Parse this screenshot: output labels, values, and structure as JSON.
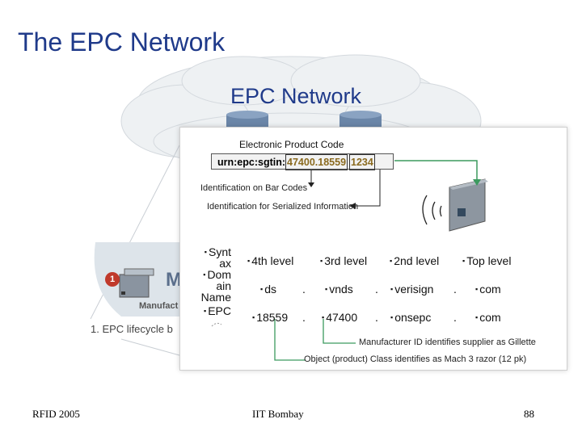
{
  "slide": {
    "title": "The EPC Network",
    "cloud_label": "EPC Network"
  },
  "epc": {
    "label": "Electronic Product Code",
    "prefix": "urn:epc:sgtin:",
    "manufacturer_product": "47400.18559",
    "serial": "1234"
  },
  "notes": {
    "barcodes": "Identification on Bar Codes",
    "serialized": "Identification for Serialized Information",
    "manufacturer_id": "Manufacturer ID identifies supplier as Gillette",
    "object_class": "Object (product) Class identifies as Mach 3 razor (12 pk)"
  },
  "lifecycle": {
    "badge": "1",
    "letter": "M",
    "manufacturer_partial": "Manufact",
    "caption_partial": "1. EPC lifecycle b"
  },
  "domain": {
    "syntax": [
      "Synt",
      "ax"
    ],
    "domain_name": [
      "Dom",
      "ain",
      "Name"
    ],
    "epc": "EPC"
  },
  "table": {
    "headers": [
      "4th level",
      "3rd level",
      "2nd level",
      "Top level"
    ],
    "rows": [
      [
        "ds",
        "vnds",
        "verisign",
        "com"
      ],
      [
        "18559",
        "47400",
        "onsepc",
        "com"
      ]
    ]
  },
  "footer": {
    "left": "RFID 2005",
    "center": "IIT Bombay",
    "page": "88"
  },
  "colors": {
    "title": "#1f3a8a",
    "cloud": "#eef1f3",
    "arrow": "#3c9a5f",
    "code_highlight": "#8a6a1f"
  }
}
